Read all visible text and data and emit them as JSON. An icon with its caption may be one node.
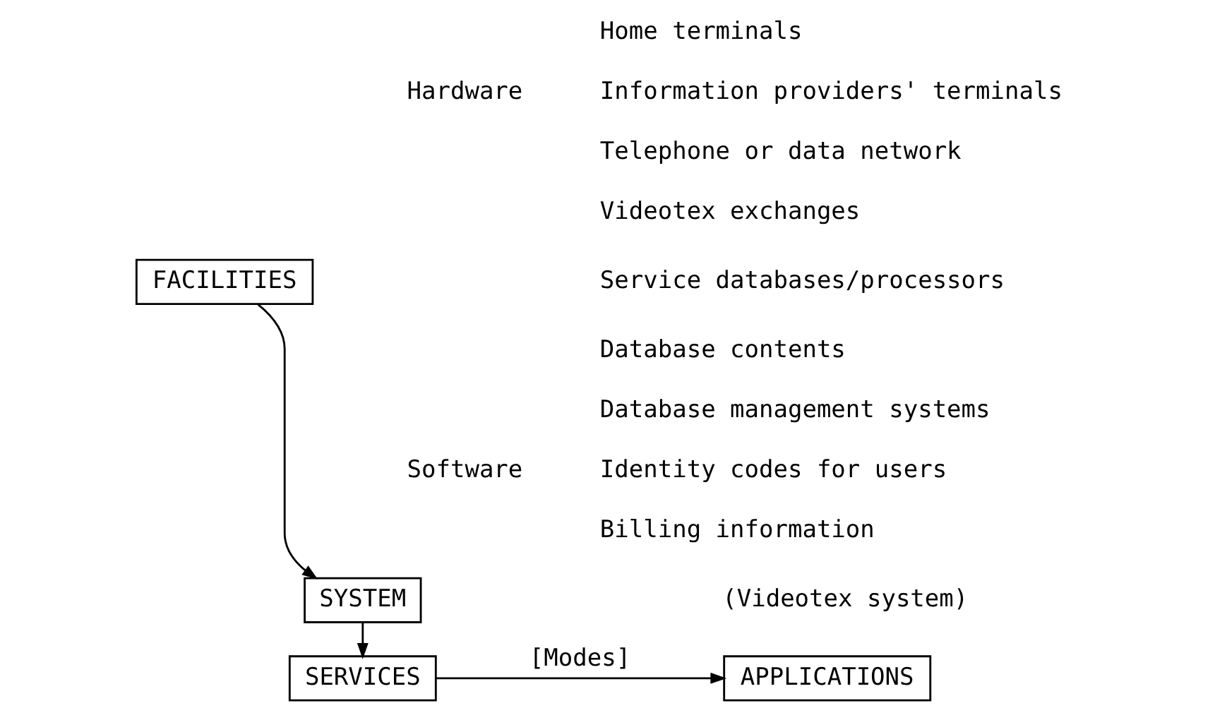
{
  "diagram": {
    "nodes": [
      {
        "text": [
          "FACILITIES"
        ]
      },
      {
        "text": [
          "SYSTEM"
        ]
      },
      {
        "text": [
          "SERVICES"
        ]
      },
      {
        "text": [
          "APPLICATIONS"
        ]
      }
    ],
    "edges": [
      {
        "from": 0,
        "to": 1,
        "arrow": "to"
      },
      {
        "from": 1,
        "to": 2,
        "arrow": "to"
      },
      {
        "from": 2,
        "to": 3,
        "arrow": "to",
        "label": "[Modes]"
      }
    ],
    "labels": [
      "Hardware",
      "Home terminals",
      "Information providers' terminals",
      "Telephone or data network",
      "Videotex exchanges",
      "Service databases/processors",
      "Software",
      "Database contents",
      "Database management systems",
      "Identity codes for users",
      "Billing information",
      "(Videotex system)"
    ]
  }
}
